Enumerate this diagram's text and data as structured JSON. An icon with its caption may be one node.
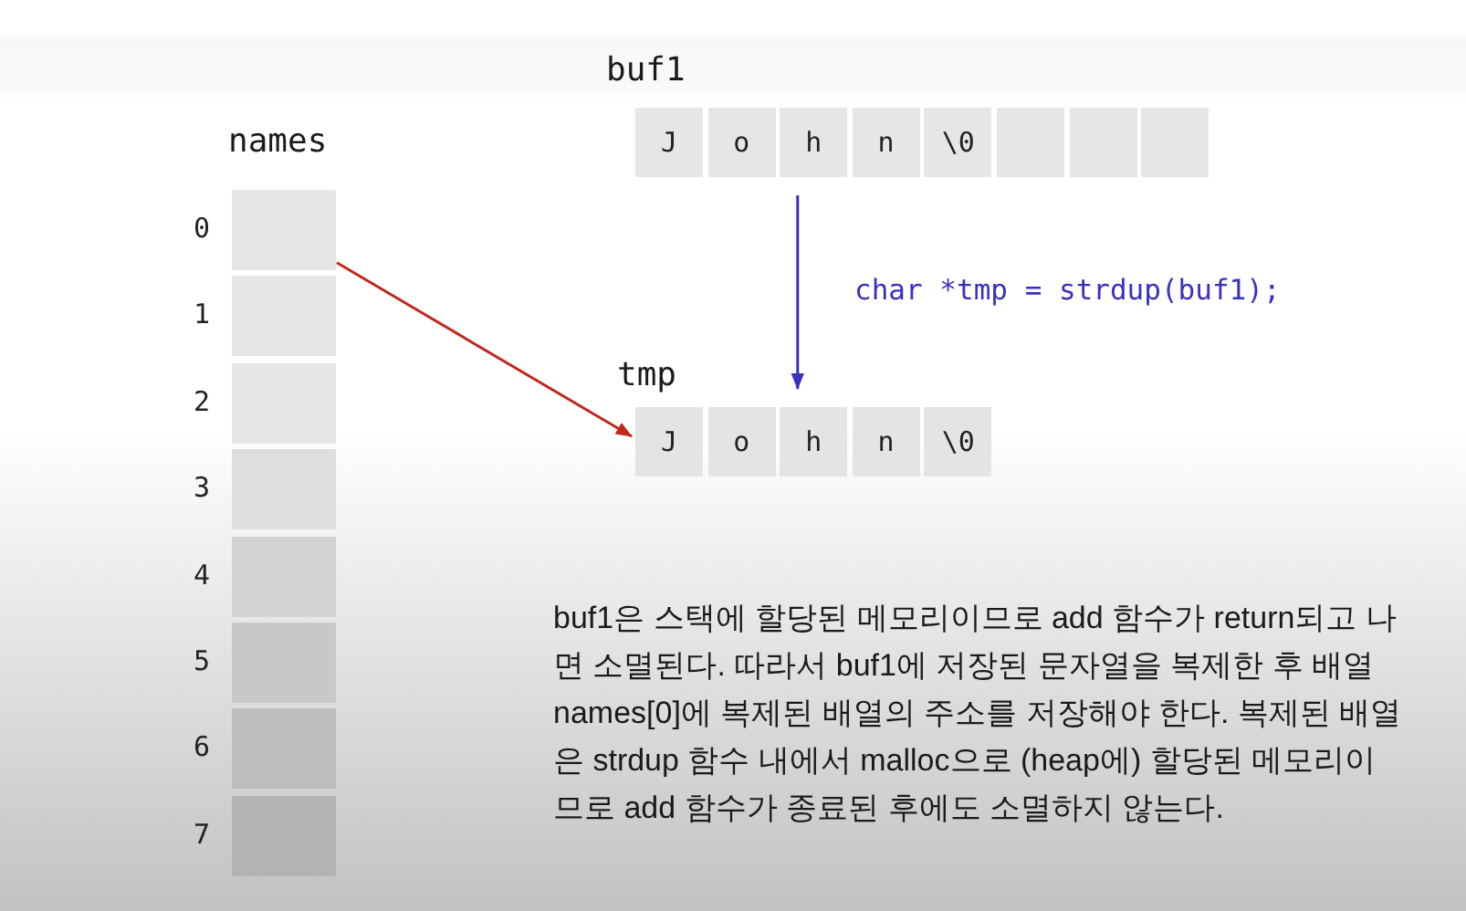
{
  "diagram": {
    "nodes": [
      {
        "text": [],
        "shape": "box",
        "beside": [
          "0"
        ]
      },
      {
        "text": [],
        "shape": "box",
        "beside": [
          "1"
        ]
      },
      {
        "text": [],
        "shape": "box",
        "beside": [
          "2"
        ]
      },
      {
        "text": [],
        "shape": "box",
        "beside": [
          "3"
        ]
      },
      {
        "text": [],
        "shape": "box",
        "beside": [
          "4"
        ]
      },
      {
        "text": [],
        "shape": "box",
        "beside": [
          "5"
        ]
      },
      {
        "text": [],
        "shape": "box",
        "beside": [
          "6"
        ]
      },
      {
        "text": [],
        "shape": "box",
        "beside": [
          "7"
        ]
      },
      {
        "text": [
          "J"
        ]
      },
      {
        "text": [
          "o"
        ]
      },
      {
        "text": [
          "h"
        ]
      },
      {
        "text": [
          "n"
        ]
      },
      {
        "text": [
          "\\0"
        ]
      },
      {
        "text": [],
        "shape": "box"
      },
      {
        "text": [],
        "shape": "box"
      },
      {
        "text": [],
        "shape": "box"
      },
      {
        "text": [
          "J"
        ]
      },
      {
        "text": [
          "o"
        ]
      },
      {
        "text": [
          "h"
        ]
      },
      {
        "text": [
          "n"
        ]
      },
      {
        "text": [
          "\\0"
        ]
      }
    ],
    "edges": [
      {
        "from": 0,
        "to": 16,
        "arrow": "to",
        "color": "#c0281e"
      },
      {
        "from": 10,
        "to": 18,
        "arrow": "to",
        "label": "char *tmp = strdup(buf1);",
        "color": "#3a30c0"
      }
    ],
    "labels": [
      "buf1",
      "names",
      "tmp",
      "buf1은 스택에 할당된 메모리이므로 add 함수가 return되고 나면 소멸된다. 따라서 buf1에 저장된 문자열을 복제한 후 배열 names[0]에 복제된 배열의 주소를 저장해야 한다. 복제된 배열은 strdup 함수 내에서 malloc으로 (heap에) 할당된 메모리이므로 add 함수가 종료된 후에도 소멸하지 않는다."
    ]
  }
}
